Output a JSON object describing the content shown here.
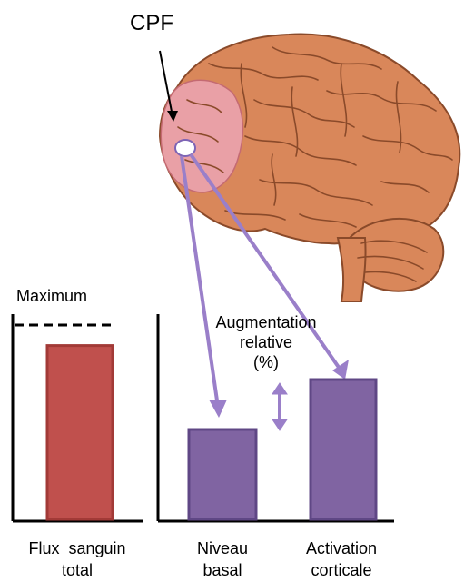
{
  "annotations": {
    "region_label": "CPF",
    "maximum_label": "Maximum",
    "relative_increase_label": [
      "Augmentation",
      "relative",
      "(%)"
    ]
  },
  "bars": {
    "left": {
      "label": [
        "Flux  sanguin",
        "total"
      ],
      "level": 0.87,
      "color": "#c0504d"
    },
    "right": [
      {
        "label": [
          "Niveau",
          "basal"
        ],
        "level": 0.45,
        "color": "#8064a2"
      },
      {
        "label": [
          "Activation",
          "corticale"
        ],
        "level": 0.7,
        "color": "#8064a2"
      }
    ]
  },
  "colors": {
    "brain": "#d9875a",
    "brain_outline": "#8a4a2a",
    "prefrontal_region": "#e9a0a6",
    "arrows": "#9a7fc9",
    "dashed_line": "#000000"
  }
}
